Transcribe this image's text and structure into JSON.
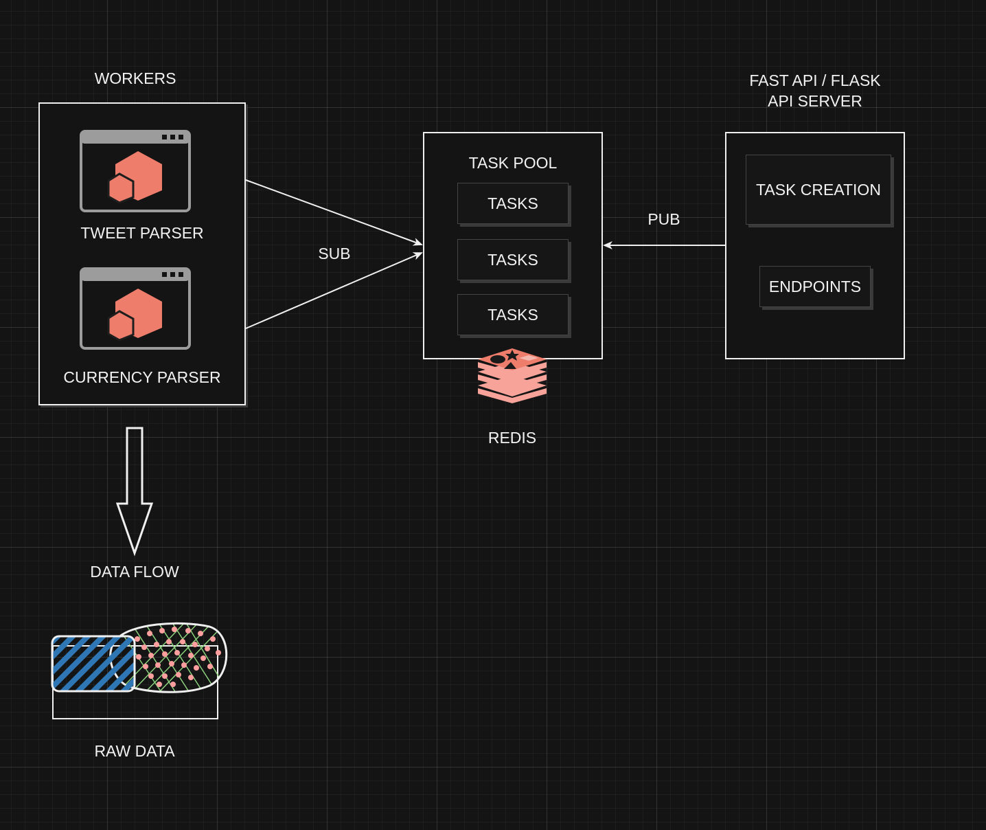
{
  "workers": {
    "title": "WORKERS",
    "items": [
      {
        "label": "TWEET PARSER",
        "icon": "container-app-icon"
      },
      {
        "label": "CURRENCY PARSER",
        "icon": "container-app-icon"
      }
    ]
  },
  "task_pool": {
    "title": "TASK POOL",
    "tasks": [
      "TASKS",
      "TASKS",
      "TASKS"
    ],
    "backend_label": "REDIS",
    "backend_icon": "redis-icon"
  },
  "api_server": {
    "title_line1": "FAST API / FLASK",
    "title_line2": "API SERVER",
    "items": [
      "TASK CREATION",
      "ENDPOINTS"
    ]
  },
  "connectors": {
    "sub_label": "SUB",
    "pub_label": "PUB",
    "data_flow_label": "DATA FLOW"
  },
  "raw_data": {
    "label": "RAW DATA",
    "icon": "raw-data-sketch-icon"
  },
  "colors": {
    "background": "#141414",
    "accent": "#ee7d6b",
    "redis": "#f7a399",
    "line": "#f0f0f0",
    "raw_blue": "#2f77b4",
    "raw_pink": "#ff9e9e",
    "raw_green": "#8bd17c"
  }
}
